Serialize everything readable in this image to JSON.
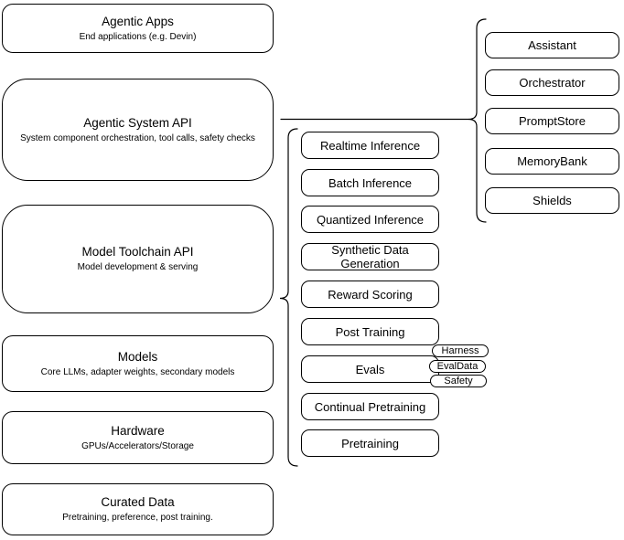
{
  "diagram": {
    "colors": {
      "background": "#ffffff",
      "stroke": "#000000",
      "text": "#000000"
    },
    "left_stack": [
      {
        "title": "Agentic Apps",
        "subtitle": "End applications (e.g. Devin)"
      },
      {
        "title": "Agentic System API",
        "subtitle": "System component orchestration, tool calls, safety checks"
      },
      {
        "title": "Model Toolchain API",
        "subtitle": "Model development & serving"
      },
      {
        "title": "Models",
        "subtitle": "Core LLMs, adapter weights, secondary models"
      },
      {
        "title": "Hardware",
        "subtitle": "GPUs/Accelerators/Storage"
      },
      {
        "title": "Curated Data",
        "subtitle": "Pretraining, preference, post training."
      }
    ],
    "toolchain_items": [
      "Realtime Inference",
      "Batch Inference",
      "Quantized Inference",
      "Synthetic Data Generation",
      "Reward Scoring",
      "Post Training",
      "Evals",
      "Continual Pretraining",
      "Pretraining"
    ],
    "eval_tags": [
      "Harness",
      "EvalData",
      "Safety"
    ],
    "system_components": [
      "Assistant",
      "Orchestrator",
      "PromptStore",
      "MemoryBank",
      "Shields"
    ]
  }
}
